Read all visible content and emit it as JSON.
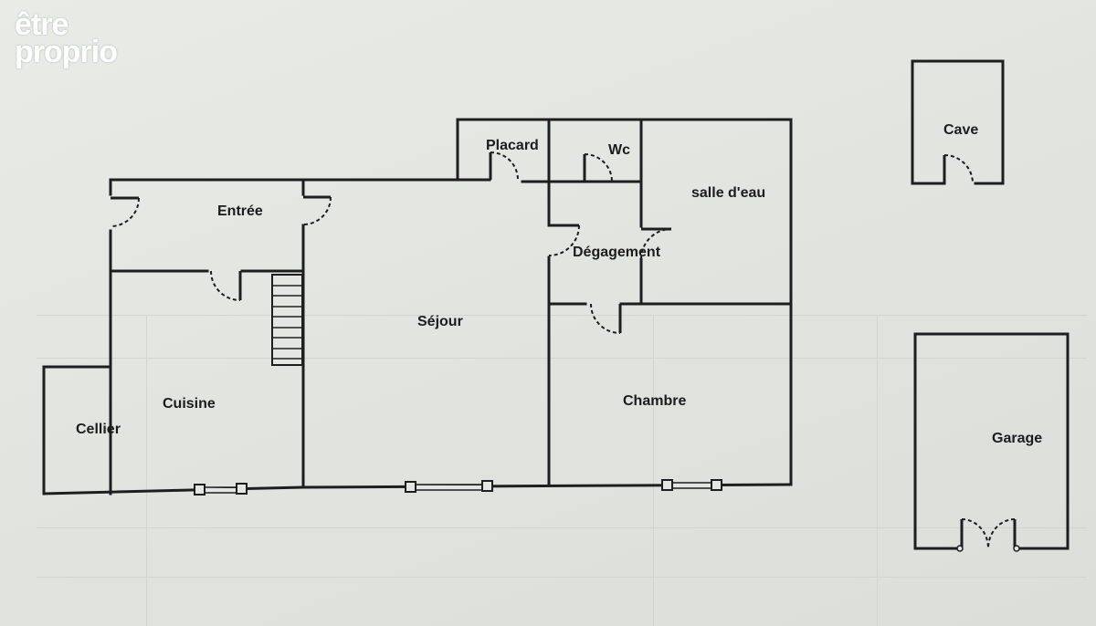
{
  "logo": {
    "line1": "être",
    "line2": "proprio"
  },
  "colors": {
    "wall": "#1e1e1e",
    "paper": "#e4e6e2",
    "logo": "#ffffff"
  },
  "rooms": {
    "placard": "Placard",
    "wc": "Wc",
    "salle_deau": "salle d'eau",
    "entree": "Entrée",
    "degagement": "Dégagement",
    "sejour": "Séjour",
    "cuisine": "Cuisine",
    "cellier": "Cellier",
    "chambre": "Chambre",
    "cave": "Cave",
    "garage": "Garage"
  }
}
